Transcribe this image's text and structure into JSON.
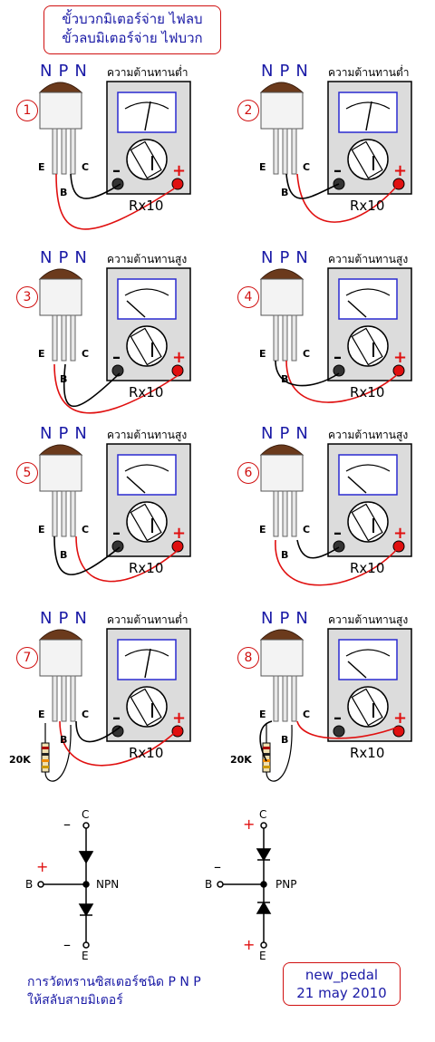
{
  "header": {
    "line1": "ขั้วบวกมิเตอร์จ่าย ไฟลบ",
    "line2": "ขั้วลบมิเตอร์จ่าย ไฟบวก"
  },
  "panels": [
    {
      "number": "1",
      "type": "NPN",
      "resistance": "ความต้านทานต่ำ",
      "range": "Rx10",
      "needle": "deflected"
    },
    {
      "number": "2",
      "type": "NPN",
      "resistance": "ความต้านทานต่ำ",
      "range": "Rx10",
      "needle": "deflected"
    },
    {
      "number": "3",
      "type": "NPN",
      "resistance": "ความต้านทานสูง",
      "range": "Rx10",
      "needle": "rest"
    },
    {
      "number": "4",
      "type": "NPN",
      "resistance": "ความต้านทานสูง",
      "range": "Rx10",
      "needle": "rest"
    },
    {
      "number": "5",
      "type": "NPN",
      "resistance": "ความต้านทานสูง",
      "range": "Rx10",
      "needle": "rest"
    },
    {
      "number": "6",
      "type": "NPN",
      "resistance": "ความต้านทานสูง",
      "range": "Rx10",
      "needle": "rest"
    },
    {
      "number": "7",
      "type": "NPN",
      "resistance": "ความต้านทานต่ำ",
      "range": "Rx10",
      "needle": "deflected",
      "resistor": "20K"
    },
    {
      "number": "8",
      "type": "NPN",
      "resistance": "ความต้านทานสูง",
      "range": "Rx10",
      "needle": "rest",
      "resistor": "20K"
    }
  ],
  "pins": {
    "e": "E",
    "b": "B",
    "c": "C"
  },
  "symbols": {
    "npn": {
      "label": "NPN",
      "c": "C",
      "b": "B",
      "e": "E"
    },
    "pnp": {
      "label": "PNP",
      "c": "C",
      "b": "B",
      "e": "E"
    }
  },
  "note": {
    "line1": "การวัดทรานซิสเตอร์ชนิด P N P",
    "line2": "ให้สลับสายมิเตอร์"
  },
  "author": {
    "name": "new_pedal",
    "date": "21 may 2010"
  },
  "colors": {
    "accent": "#d01010",
    "text_blue": "#1a1aa6",
    "probe_red": "#e01010",
    "meter_gray": "#dcdcdc",
    "transistor": "#6b3a1c"
  }
}
